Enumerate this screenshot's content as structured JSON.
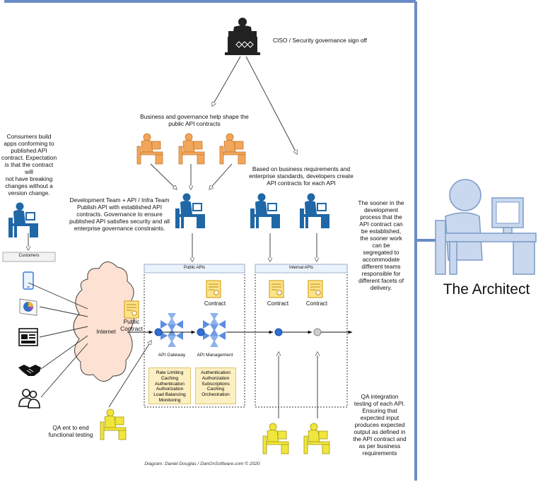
{
  "texts": {
    "ciso": "CISO / Security governance sign off",
    "business_governance": "Business and governance help shape the\npublic API contracts",
    "consumers": "Consumers build\napps conforming to\npublished API\ncontract.  Expectation\nis that the contract will\nnot have breaking\nchanges without a\nversion change.",
    "dev_team": "Development Team + API / Infra Team\nPublish API with established API\ncontracts.  Governance to ensure\npublished API satisfies security and all\nenterprise governance constraints.",
    "based_on": "Based on business requirements and\nenterprise standards, developers create\nAPI contracts for each API",
    "sooner": "The sooner in the\ndevelopment\nprocess that the\nAPI contract can\nbe established,\nthe sooner work\ncan be\nsegregated to\naccommodate\ndifferent teams\nresponsible for\ndifferent facets of\ndelivery.",
    "architect": "The Architect",
    "customers": "Customers",
    "internet": "Internet",
    "public_contract": "Public\nContract",
    "public_apis": "Public APIs",
    "internal_apis": "Internal APIs",
    "contract_mgmt": "Contract",
    "contract_int1": "Contract",
    "contract_int2": "Contract",
    "api_gateway": "API Gateway",
    "api_management": "API Management",
    "gateway_features": "Rate Limiting\nCaching\nAuthentication\nAuthorization\nLoad Balancing\nMonitoring",
    "management_features": "Authentication\nAuthorization\nSubscriptions\nCaching\nOrchestration",
    "qa_e2e": "QA ent to end\nfunctional testing",
    "qa_integration": "QA integration\ntesting of each API.\nEnsuring that\nexpected input\nproduces expected\noutput as defined in\nthe API contract and\nas per business\nrequirements",
    "credit": "Diagram: Daniel Douglas / DanOnSoftware.com © 2020"
  },
  "colors": {
    "frame": "#6b8cc7",
    "person_blue": "#1f67a6",
    "person_orange": "#f2a65a",
    "person_yellow": "#f0e63c",
    "architect_fill": "#c9d8ee",
    "architect_line": "#7c9bc8",
    "feature_box": "#fcefc2",
    "contract_icon": "#f5c242",
    "gateway_blue": "#5b8de0",
    "line_dark": "#222222"
  },
  "icons": [
    "ciso-desk-icon",
    "person-at-desk-icon",
    "phone-icon",
    "pie-chart-icon",
    "browser-icon",
    "handshake-icon",
    "users-icon",
    "cloud-icon",
    "contract-icon",
    "api-gear-icon",
    "node-icon",
    "architect-icon"
  ]
}
